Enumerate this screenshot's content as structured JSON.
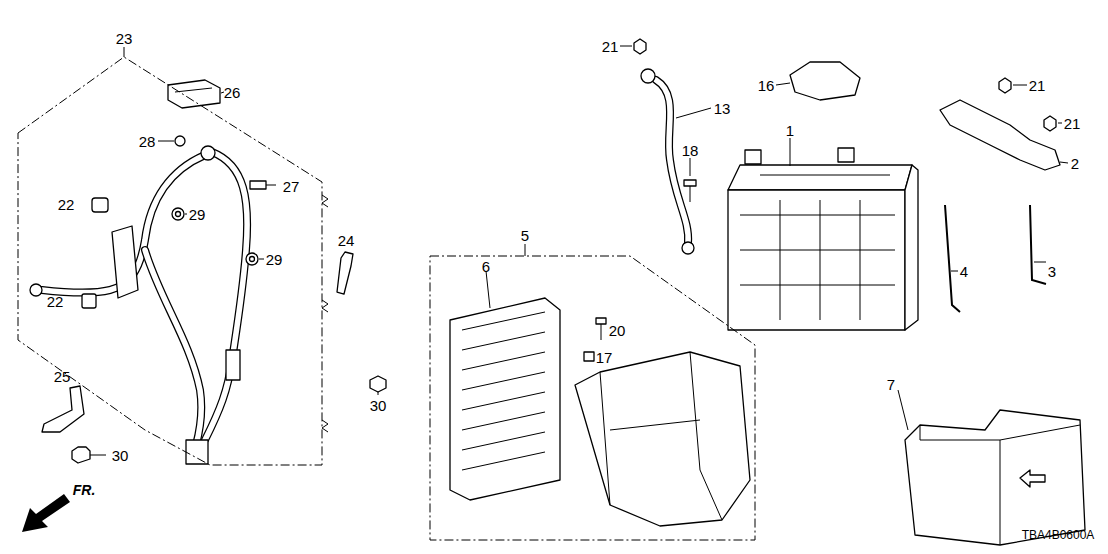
{
  "diagram": {
    "nodes": [
      {
        "text": [
          "23"
        ]
      },
      {
        "text": [
          "5"
        ]
      }
    ],
    "labels": [
      "26",
      "28",
      "27",
      "22",
      "29",
      "29",
      "22",
      "24",
      "30",
      "25",
      "30",
      "6",
      "20",
      "17",
      "21",
      "13",
      "18",
      "16",
      "1",
      "21",
      "21",
      "2",
      "4",
      "3",
      "7",
      "FR.",
      "TBA4B0600A"
    ]
  }
}
